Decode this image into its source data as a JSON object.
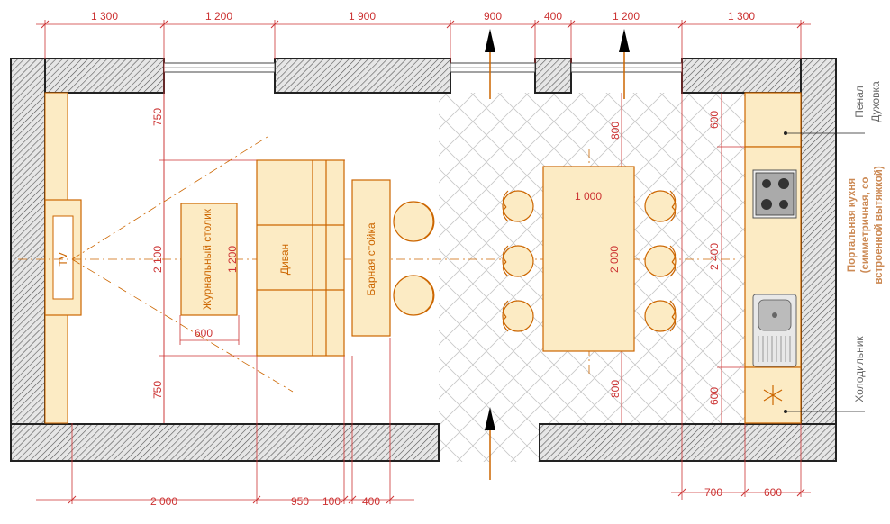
{
  "dimensions": {
    "top": [
      "1 300",
      "1 200",
      "1 900",
      "900",
      "400",
      "1 200",
      "1 300"
    ],
    "bottom": [
      "2 000",
      "950",
      "100",
      "400"
    ],
    "right_bottom": [
      "700",
      "600"
    ],
    "left_vertical": [
      "750",
      "2 100",
      "750"
    ],
    "coffee_table_width": "600",
    "coffee_table_length": "1 200",
    "dining_table_width": "1 000",
    "dining_table_length": "2 000",
    "dining_top": "800",
    "dining_bottom": "800",
    "kitchen_top": "600",
    "kitchen_length": "2 400",
    "kitchen_bottom": "600"
  },
  "labels": {
    "tv": "TV",
    "coffee_table": "Журнальный столик",
    "sofa": "Диван",
    "bar_counter": "Барная стойка",
    "tall_cabinet": "Пенал",
    "oven": "Духовка",
    "kitchen_line1": "Портальная кухня",
    "kitchen_line2": "(симметричная, со",
    "kitchen_line3": "встроенной вытяжкой)",
    "fridge": "Холодильник"
  },
  "colors": {
    "wall_fill": "#dddddd",
    "wall_stroke": "#222222",
    "furniture_fill": "#fcebc4",
    "furniture_stroke": "#cc6600",
    "dimension": "#cc3333",
    "arrow": "#000000",
    "tile_pattern": "#c8c8c8"
  }
}
